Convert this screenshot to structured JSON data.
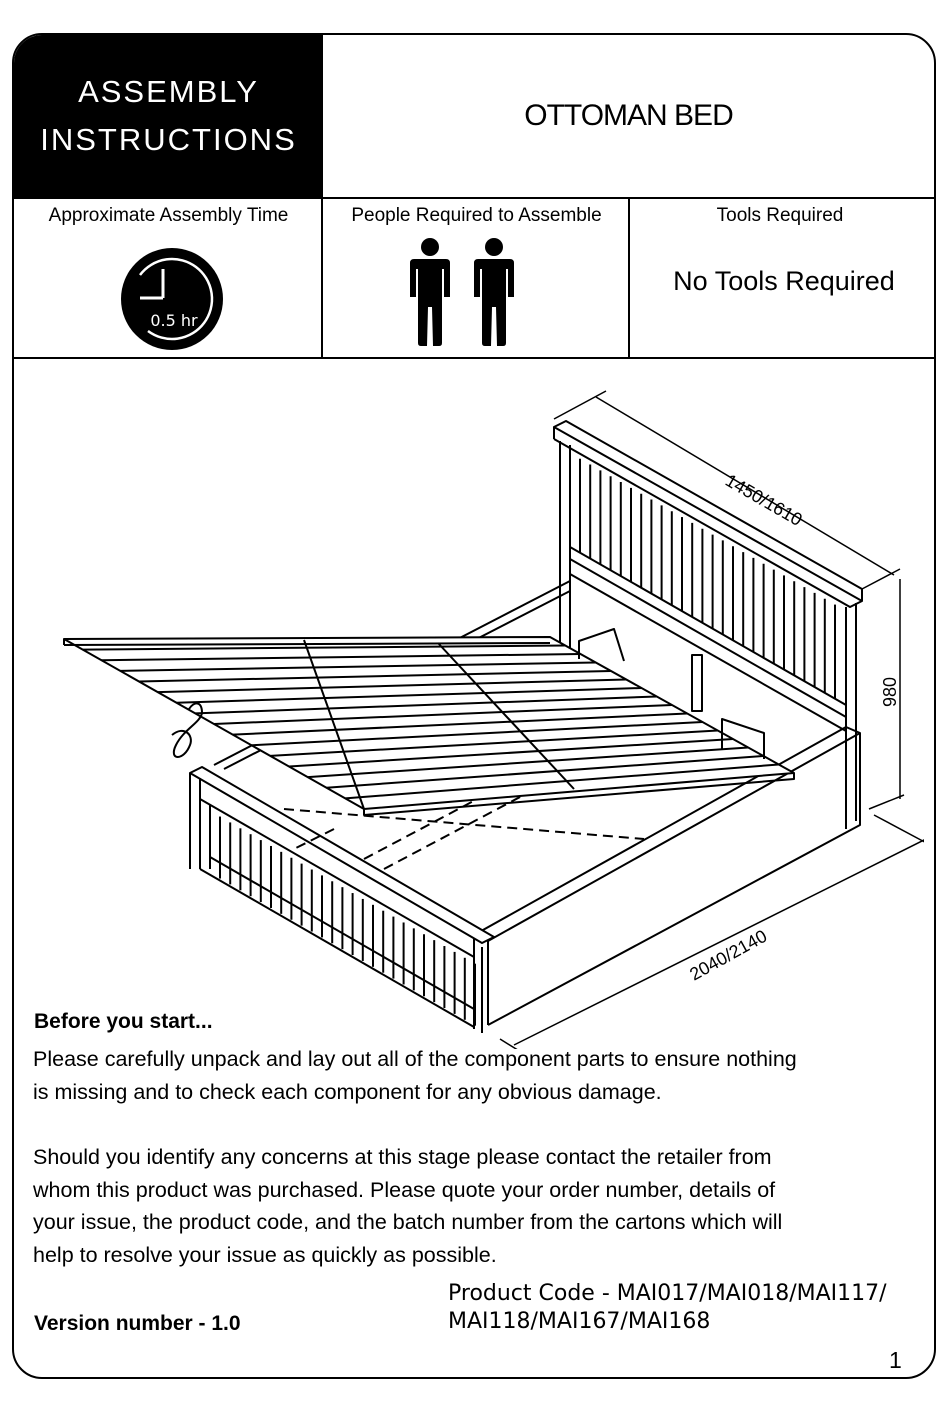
{
  "header": {
    "label_line1": "ASSEMBLY",
    "label_line2": "INSTRUCTIONS",
    "product_title": "OTTOMAN BED"
  },
  "info": {
    "time_label": "Approximate Assembly Time",
    "time_value": "0.5 hr",
    "people_label": "People Required to Assemble",
    "people_count": 2,
    "tools_label": "Tools Required",
    "tools_value": "No Tools Required"
  },
  "diagram": {
    "dim_width": "1450/1610",
    "dim_height": "980",
    "dim_length": "2040/2140"
  },
  "notes": {
    "heading": "Before you start...",
    "paragraph1_line1": "Please carefully unpack and lay out all of the component parts to ensure nothing",
    "paragraph1_line2": "is missing and to check each component for any obvious damage.",
    "paragraph2_line1": "Should you identify any concerns at this stage please contact the retailer from",
    "paragraph2_line2": "whom this product was purchased. Please quote your order number, details of",
    "paragraph2_line3": "your issue, the product code, and the batch number from the cartons which will",
    "paragraph2_line4": "help to resolve your issue as quickly as possible."
  },
  "footer": {
    "version": "Version number - 1.0",
    "product_code_line1": "Product Code - MAI017/MAI018/MAI117/",
    "product_code_line2": "MAI118/MAI167/MAI168",
    "page_number": "1"
  }
}
